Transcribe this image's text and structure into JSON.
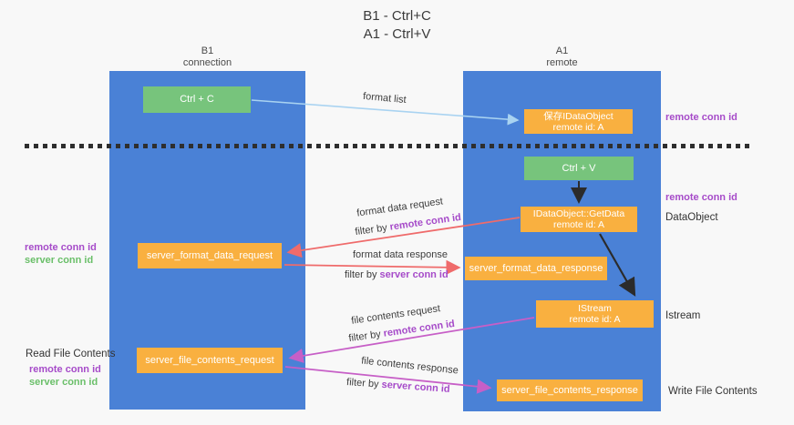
{
  "colors": {
    "lane-blue": "#4a81d6",
    "box-orange": "#f9b040",
    "box-green": "#77c47c",
    "arrow-blue": "#a9d3f1",
    "arrow-red": "#ef6b6b",
    "arrow-magenta": "#c75fc7",
    "arrow-black": "#2b2b2b",
    "text-purple": "#a64bc9",
    "text-green": "#6abf69"
  },
  "title": {
    "line1": "B1 - Ctrl+C",
    "line2": "A1 - Ctrl+V"
  },
  "lanes": {
    "left": {
      "name": "B1",
      "role": "connection"
    },
    "right": {
      "name": "A1",
      "role": "remote"
    }
  },
  "nodes": {
    "ctrl_c": {
      "label": "Ctrl + C"
    },
    "save_dataobject": {
      "line1": "保存IDataObject",
      "line2": "remote id: A"
    },
    "ctrl_v": {
      "label": "Ctrl + V"
    },
    "getdata": {
      "line1": "IDataObject::GetData",
      "line2": "remote id: A"
    },
    "format_request": {
      "label": "server_format_data_request"
    },
    "format_response": {
      "label": "server_format_data_response"
    },
    "istream": {
      "line1": "IStream",
      "line2": "remote id: A"
    },
    "file_request": {
      "label": "server_file_contents_request"
    },
    "file_response": {
      "label": "server_file_contents_response"
    }
  },
  "flows": {
    "format_list": {
      "label": "format list"
    },
    "format_request": {
      "label": "format data request",
      "filter_prefix": "filter by ",
      "filter_key": "remote conn id"
    },
    "format_response": {
      "label": "format data response",
      "filter_prefix": "filter by ",
      "filter_key": "server conn id"
    },
    "file_request": {
      "label": "file contents request",
      "filter_prefix": "filter by ",
      "filter_key": "remote conn id"
    },
    "file_response": {
      "label": "file contents response",
      "filter_prefix": "filter by ",
      "filter_key": "server conn id"
    }
  },
  "side_labels": {
    "right_remote_conn_1": "remote conn id",
    "right_remote_conn_2": "remote conn id",
    "right_dataobject": "DataObject",
    "right_istream": "Istream",
    "right_write_file": "Write File Contents",
    "left_remote_conn_1": "remote conn id",
    "left_server_conn_1": "server conn id",
    "left_read_file": "Read File Contents",
    "left_remote_conn_2": "remote conn id",
    "left_server_conn_2": "server conn id"
  }
}
